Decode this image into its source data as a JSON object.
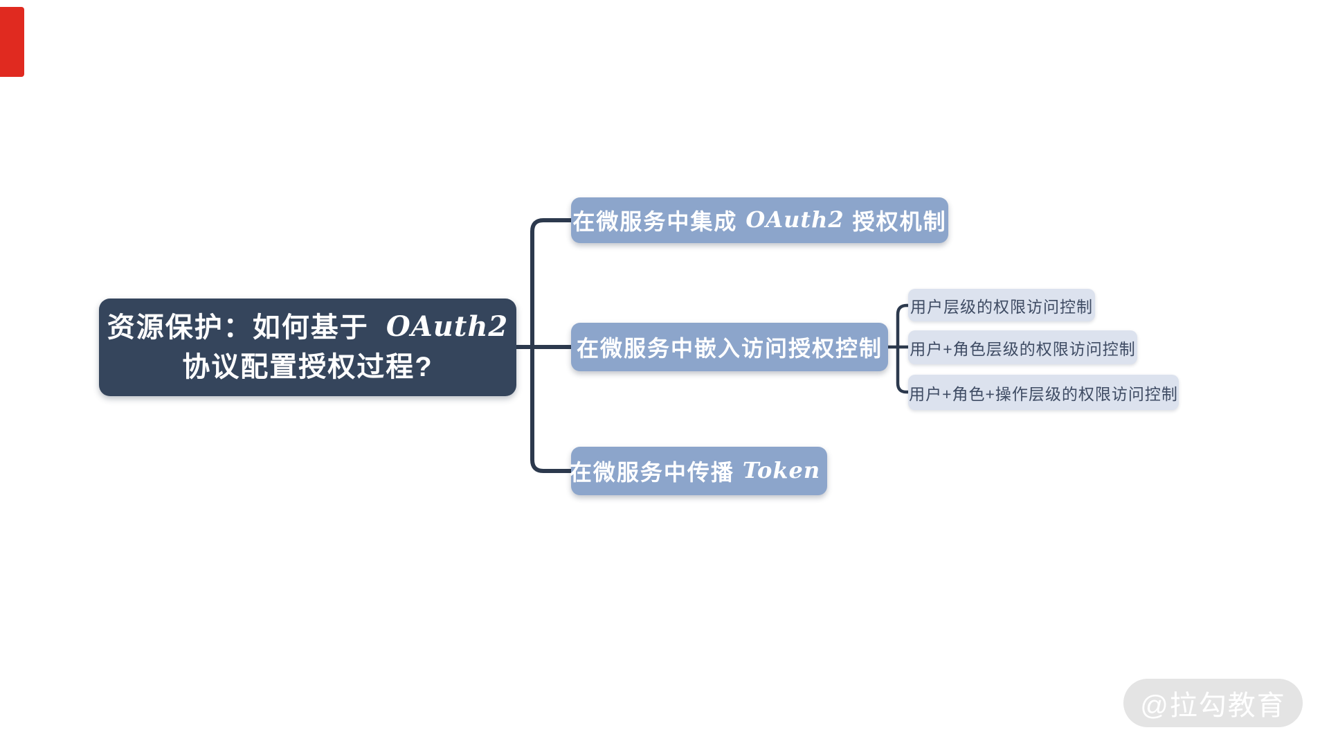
{
  "colors": {
    "root_bg": "#35455C",
    "branch_bg": "#8CA5CB",
    "leaf_bg": "#DCE2EE",
    "leaf_text": "#3E4B63",
    "node_text": "#FFFFFF",
    "connector": "#2C394D",
    "watermark_bg": "#E4E4E4",
    "watermark_text": "#FFFFFF",
    "ribbon_red": "#E02A20"
  },
  "root": {
    "line1_cjk": "资源保护：如何基于",
    "line1_latin": "OAuth2",
    "line2": "协议配置授权过程?"
  },
  "branches": [
    {
      "prefix": "在微服务中集成",
      "latin": "OAuth2",
      "suffix": "授权机制"
    },
    {
      "label": "在微服务中嵌入访问授权控制"
    },
    {
      "prefix": "在微服务中传播",
      "latin": "Token"
    }
  ],
  "leaves": [
    {
      "label": "用户层级的权限访问控制"
    },
    {
      "label": "用户+角色层级的权限访问控制"
    },
    {
      "label": "用户+角色+操作层级的权限访问控制"
    }
  ],
  "watermark": {
    "label": "@拉勾教育"
  }
}
